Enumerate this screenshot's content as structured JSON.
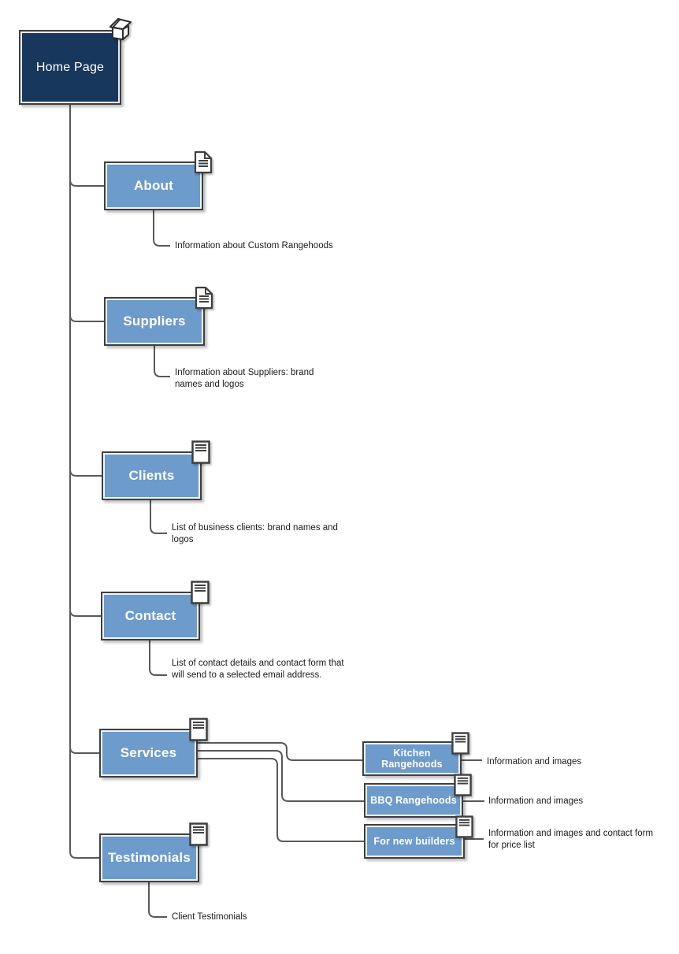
{
  "sitemap": {
    "root": {
      "label": "Home Page",
      "icon": "house-3d-icon"
    },
    "pages": [
      {
        "label": "About",
        "icon": "page-folded-corner-icon",
        "note": "Information about Custom Rangehoods"
      },
      {
        "label": "Suppliers",
        "icon": "page-folded-corner-icon",
        "note": "Information about Suppliers: brand names and logos"
      },
      {
        "label": "Clients",
        "icon": "document-lines-icon",
        "note": "List of business clients: brand names and logos"
      },
      {
        "label": "Contact",
        "icon": "document-lines-icon",
        "note": "List of contact details and contact form that will send to a selected email address."
      },
      {
        "label": "Services",
        "icon": "document-lines-icon",
        "children": [
          {
            "label": "Kitchen Rangehoods",
            "icon": "document-lines-icon",
            "note": "Information and images"
          },
          {
            "label": "BBQ Rangehoods",
            "icon": "document-lines-icon",
            "note": "Information and images"
          },
          {
            "label": "For new builders",
            "icon": "document-lines-icon",
            "note": "Information and images and contact form for price list"
          }
        ]
      },
      {
        "label": "Testimonials",
        "icon": "document-lines-icon",
        "note": "Client Testimonials"
      }
    ],
    "colors": {
      "root_fill": "#17375D",
      "page_fill": "#6D9BCB",
      "box_border": "#3F3F3F",
      "inner_border": "#FFFFFF",
      "connector": "#595959",
      "label_text": "#FFFFFF",
      "note_text": "#1A1A1A"
    }
  }
}
